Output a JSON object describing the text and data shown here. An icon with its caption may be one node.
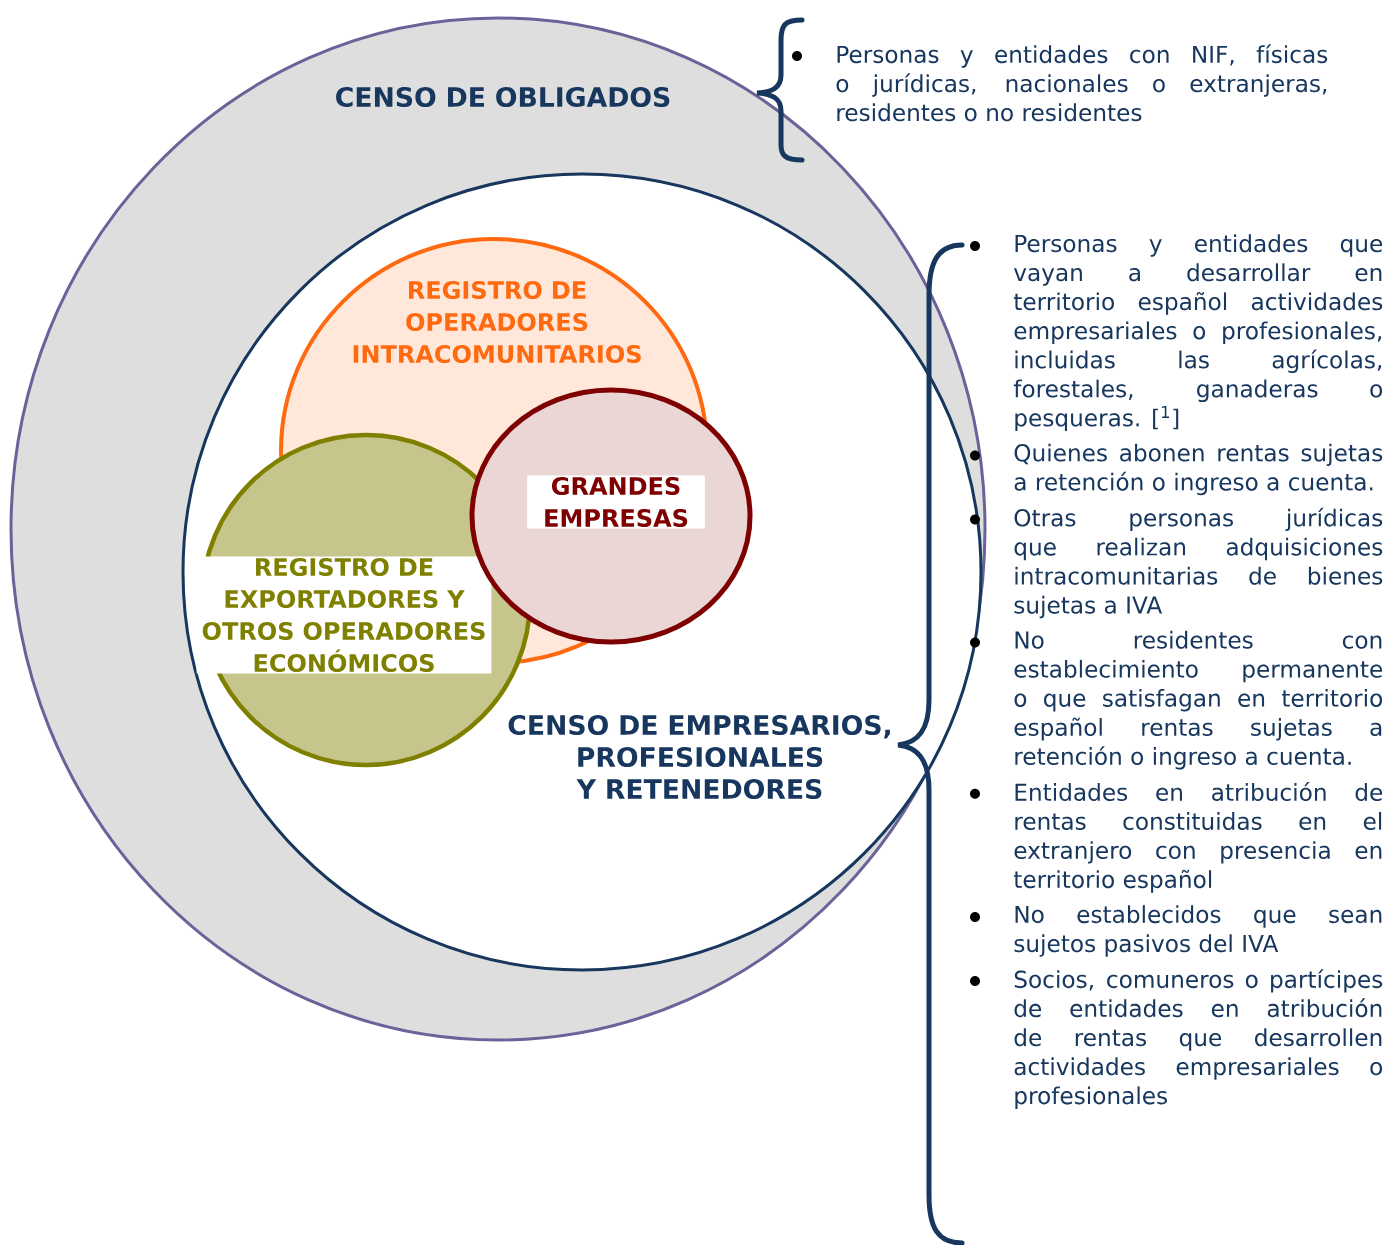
{
  "diagram": {
    "nodes": [
      {
        "text": [
          "CENSO DE OBLIGADOS"
        ]
      },
      {
        "text": [
          "CENSO DE EMPRESARIOS, PROFESIONALES Y RETENEDORES"
        ],
        "in": 0
      },
      {
        "text": [
          "REGISTRO DE OPERADORES INTRACOMUNITARIOS"
        ],
        "in": 1
      },
      {
        "text": [
          "REGISTRO DE EXPORTADORES Y OTROS OPERADORES ECONÓMICOS"
        ],
        "in": 1
      },
      {
        "text": [
          "GRANDES EMPRESAS"
        ],
        "in": 1
      }
    ],
    "labels": [
      "Personas y entidades con NIF, físicas o jurídicas, nacionales o extranjeras, residentes o no residentes",
      "Personas y entidades que vayan a desarrollar en territorio español actividades empresariales o profesionales, incluidas las agrícolas, forestales, ganaderas o pesqueras. [$^{1}$]",
      "Quienes abonen rentas sujetas a retención o ingreso a cuenta.",
      "Otras personas jurídicas que realizan adquisiciones intracomunitarias de bienes sujetas a IVA",
      "No residentes con establecimiento permanente o que satisfagan en territorio español rentas sujetas a retención o ingreso a cuenta.",
      "Entidades en atribución de rentas constituidas en el extranjero con presencia en territorio español",
      "No establecidos que sean sujetos pasivos del IVA",
      "Socios, comuneros o partícipes de entidades en atribución de rentas que desarrollen actividades empresariales o profesionales"
    ]
  }
}
